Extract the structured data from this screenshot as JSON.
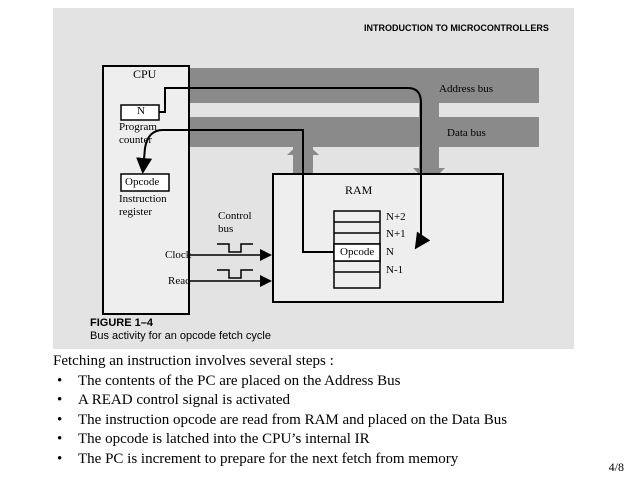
{
  "header": "INTRODUCTION TO MICROCONTROLLERS",
  "diagram": {
    "cpu_label": "CPU",
    "pc_value": "N",
    "pc_label_1": "Program",
    "pc_label_2": "counter",
    "opcode_box": "Opcode",
    "ir_label_1": "Instruction",
    "ir_label_2": "register",
    "control_bus_1": "Control",
    "control_bus_2": "bus",
    "clock": "Clock",
    "read": "Read",
    "address_bus": "Address bus",
    "data_bus": "Data bus",
    "ram_label": "RAM",
    "ram_opcode": "Opcode",
    "mem_n2": "N+2",
    "mem_n1": "N+1",
    "mem_n": "N",
    "mem_nm1": "N-1"
  },
  "figure": {
    "number": "FIGURE 1–4",
    "caption": "Bus activity for an opcode fetch cycle"
  },
  "text": {
    "intro": "Fetching an instruction involves several steps :",
    "bullet": "•",
    "steps": [
      "The contents of the PC are placed on the Address Bus",
      "A READ control signal is activated",
      "The instruction opcode are read from RAM and placed on the Data Bus",
      "The opcode is latched into the CPU’s internal IR",
      "The PC is increment to prepare for the next fetch from memory"
    ]
  },
  "page_number": "4/8"
}
